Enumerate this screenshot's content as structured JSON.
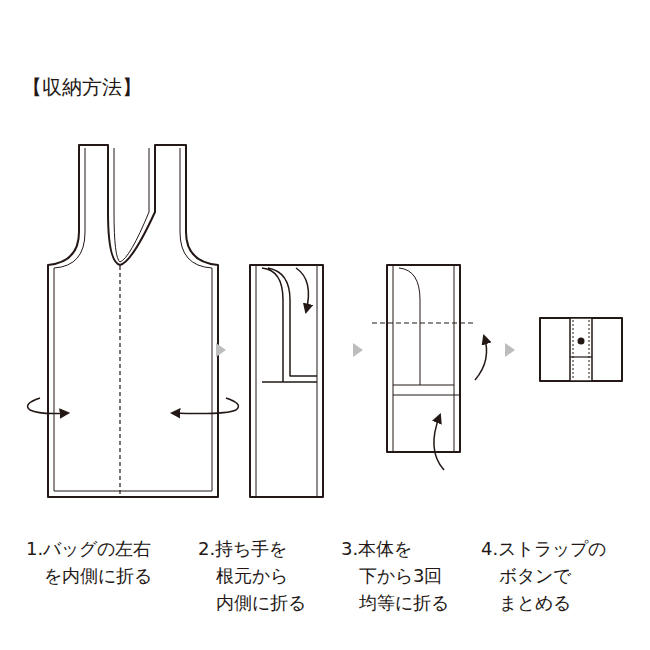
{
  "diagram": {
    "title": "【収納方法】",
    "labels": [
      "1.バッグの左右 を内側に折る",
      "2.持ち手を 根元から 内側に折る",
      "3.本体を 下から3回 均等に折る",
      "4.ストラップの ボタンで まとめる"
    ]
  }
}
